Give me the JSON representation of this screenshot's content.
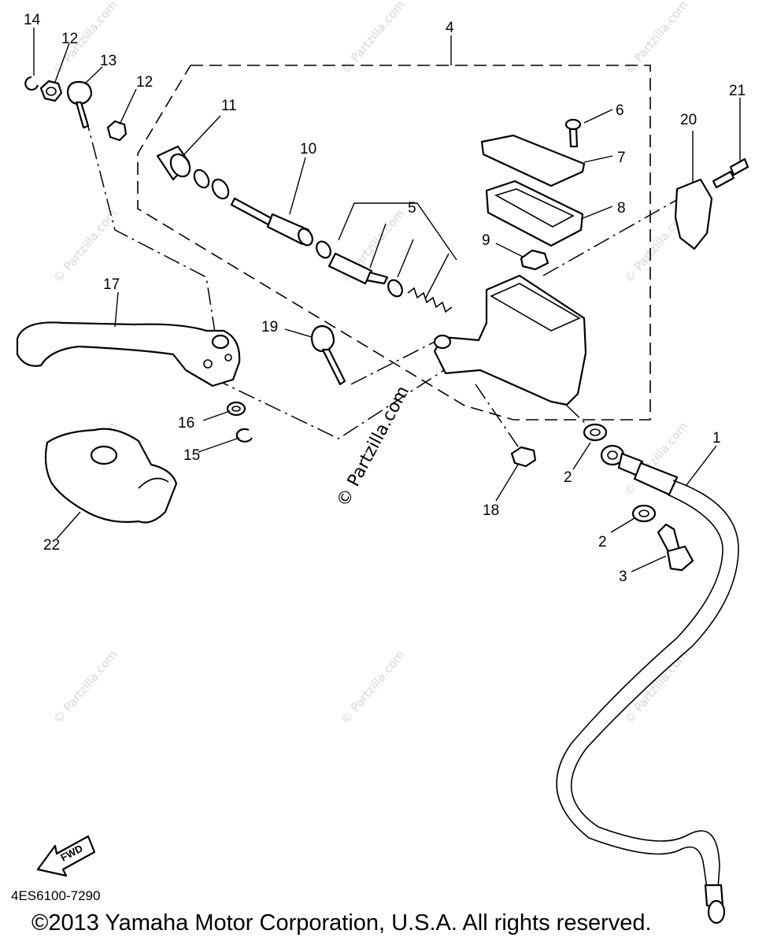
{
  "diagram": {
    "callouts": [
      "14",
      "12",
      "13",
      "12",
      "11",
      "10",
      "4",
      "6",
      "7",
      "8",
      "9",
      "5",
      "20",
      "21",
      "17",
      "19",
      "16",
      "15",
      "22",
      "18",
      "2",
      "1",
      "2",
      "3"
    ],
    "fwd_label": "FWD",
    "watermark": "© Partzilla.com",
    "center_watermark": "© Partzilla.com",
    "diagram_code": "4ES6100-7290",
    "copyright": "©2013 Yamaha Motor Corporation, U.S.A. All rights reserved."
  }
}
